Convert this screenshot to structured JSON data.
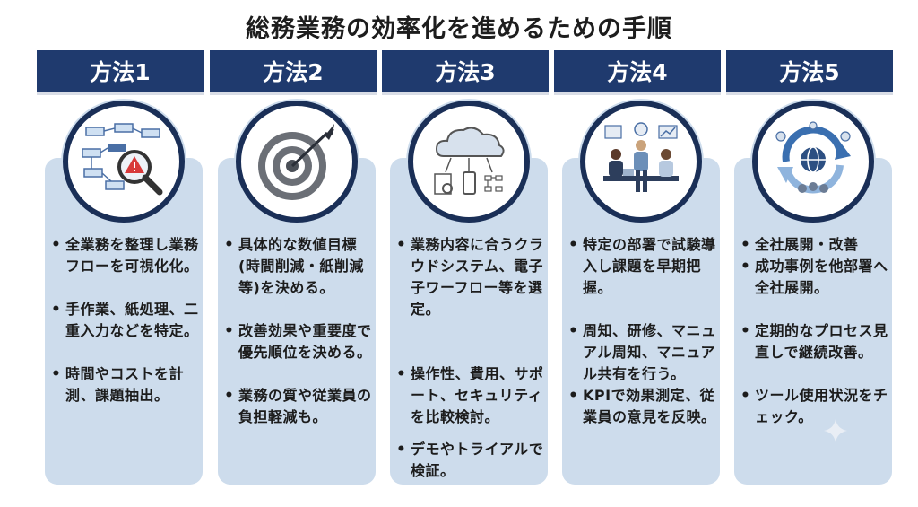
{
  "title": "総務業務の効率化を進めるための手順",
  "methods": [
    {
      "label": "方法1",
      "icon": "workflow-warning-icon",
      "items": [
        "全業務を整理し業務フローを可視化化。",
        "手作業、紙処理、二重入力などを特定。",
        "時間やコストを計測、課題抽出。"
      ]
    },
    {
      "label": "方法2",
      "icon": "target-arrow-icon",
      "items": [
        "具体的な数値目標(時間削減・紙削減等)を決める。",
        "改善効果や重要度で優先順位を決める。",
        "業務の質や従業員の負担軽減も。"
      ]
    },
    {
      "label": "方法3",
      "icon": "cloud-system-icon",
      "items": [
        "業務内容に合うクラウドシステム、電子子ワーフロー等を選定。",
        "操作性、費用、サポート、セキュリティを比較検討。",
        "デモやトライアルで検証。"
      ]
    },
    {
      "label": "方法4",
      "icon": "team-meeting-icon",
      "items": [
        "特定の部署で試験導入し課題を早期把握。",
        "周知、研修、マニュアル周知、マニュアル共有を行う。",
        "KPIで効果測定、従業員の意見を反映。"
      ]
    },
    {
      "label": "方法5",
      "icon": "company-cycle-icon",
      "items": [
        "全社展開・改善",
        "成功事例を他部署へ全社展開。",
        "定期的なプロセス見直しで継続改善。",
        "ツール使用状況をチェック。"
      ]
    }
  ]
}
